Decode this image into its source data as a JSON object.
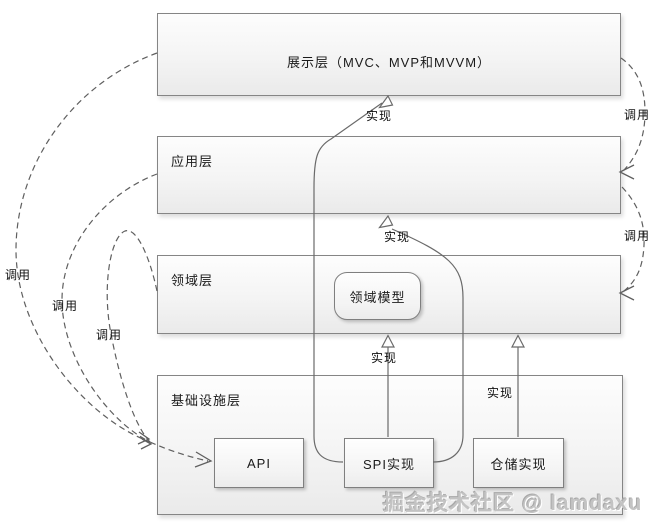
{
  "layers": [
    {
      "id": "presentation",
      "label": "展示层（MVC、MVP和MVVM）"
    },
    {
      "id": "application",
      "label": "应用层"
    },
    {
      "id": "domain",
      "label": "领域层"
    },
    {
      "id": "infrastructure",
      "label": "基础设施层"
    }
  ],
  "domain_model": {
    "label": "领域模型"
  },
  "infra_boxes": [
    {
      "id": "api",
      "label": "API"
    },
    {
      "id": "spi-impl",
      "label": "SPI实现"
    },
    {
      "id": "repo-impl",
      "label": "仓储实现"
    }
  ],
  "edge_labels": [
    {
      "id": "impl-spi-to-presentation",
      "text": "实现"
    },
    {
      "id": "impl-spi-to-application",
      "text": "实现"
    },
    {
      "id": "impl-spi-to-domain",
      "text": "实现"
    },
    {
      "id": "impl-repo-to-domain",
      "text": "实现"
    },
    {
      "id": "call-presentation-to-api",
      "text": "调用"
    },
    {
      "id": "call-application-to-api",
      "text": "调用"
    },
    {
      "id": "call-domain-to-api",
      "text": "调用"
    },
    {
      "id": "call-presentation-to-application",
      "text": "调用"
    },
    {
      "id": "call-application-to-domain",
      "text": "调用"
    }
  ],
  "watermark": {
    "text": "掘金技术社区 @ lamdaxu"
  },
  "colors": {
    "box_border": "#858585",
    "solid_line": "#6a6a6a",
    "dashed_line": "#5f5f5f",
    "box_fill_top": "#fdfdfd",
    "box_fill_bottom": "#eaeaea",
    "watermark": "#c3c3c3"
  }
}
